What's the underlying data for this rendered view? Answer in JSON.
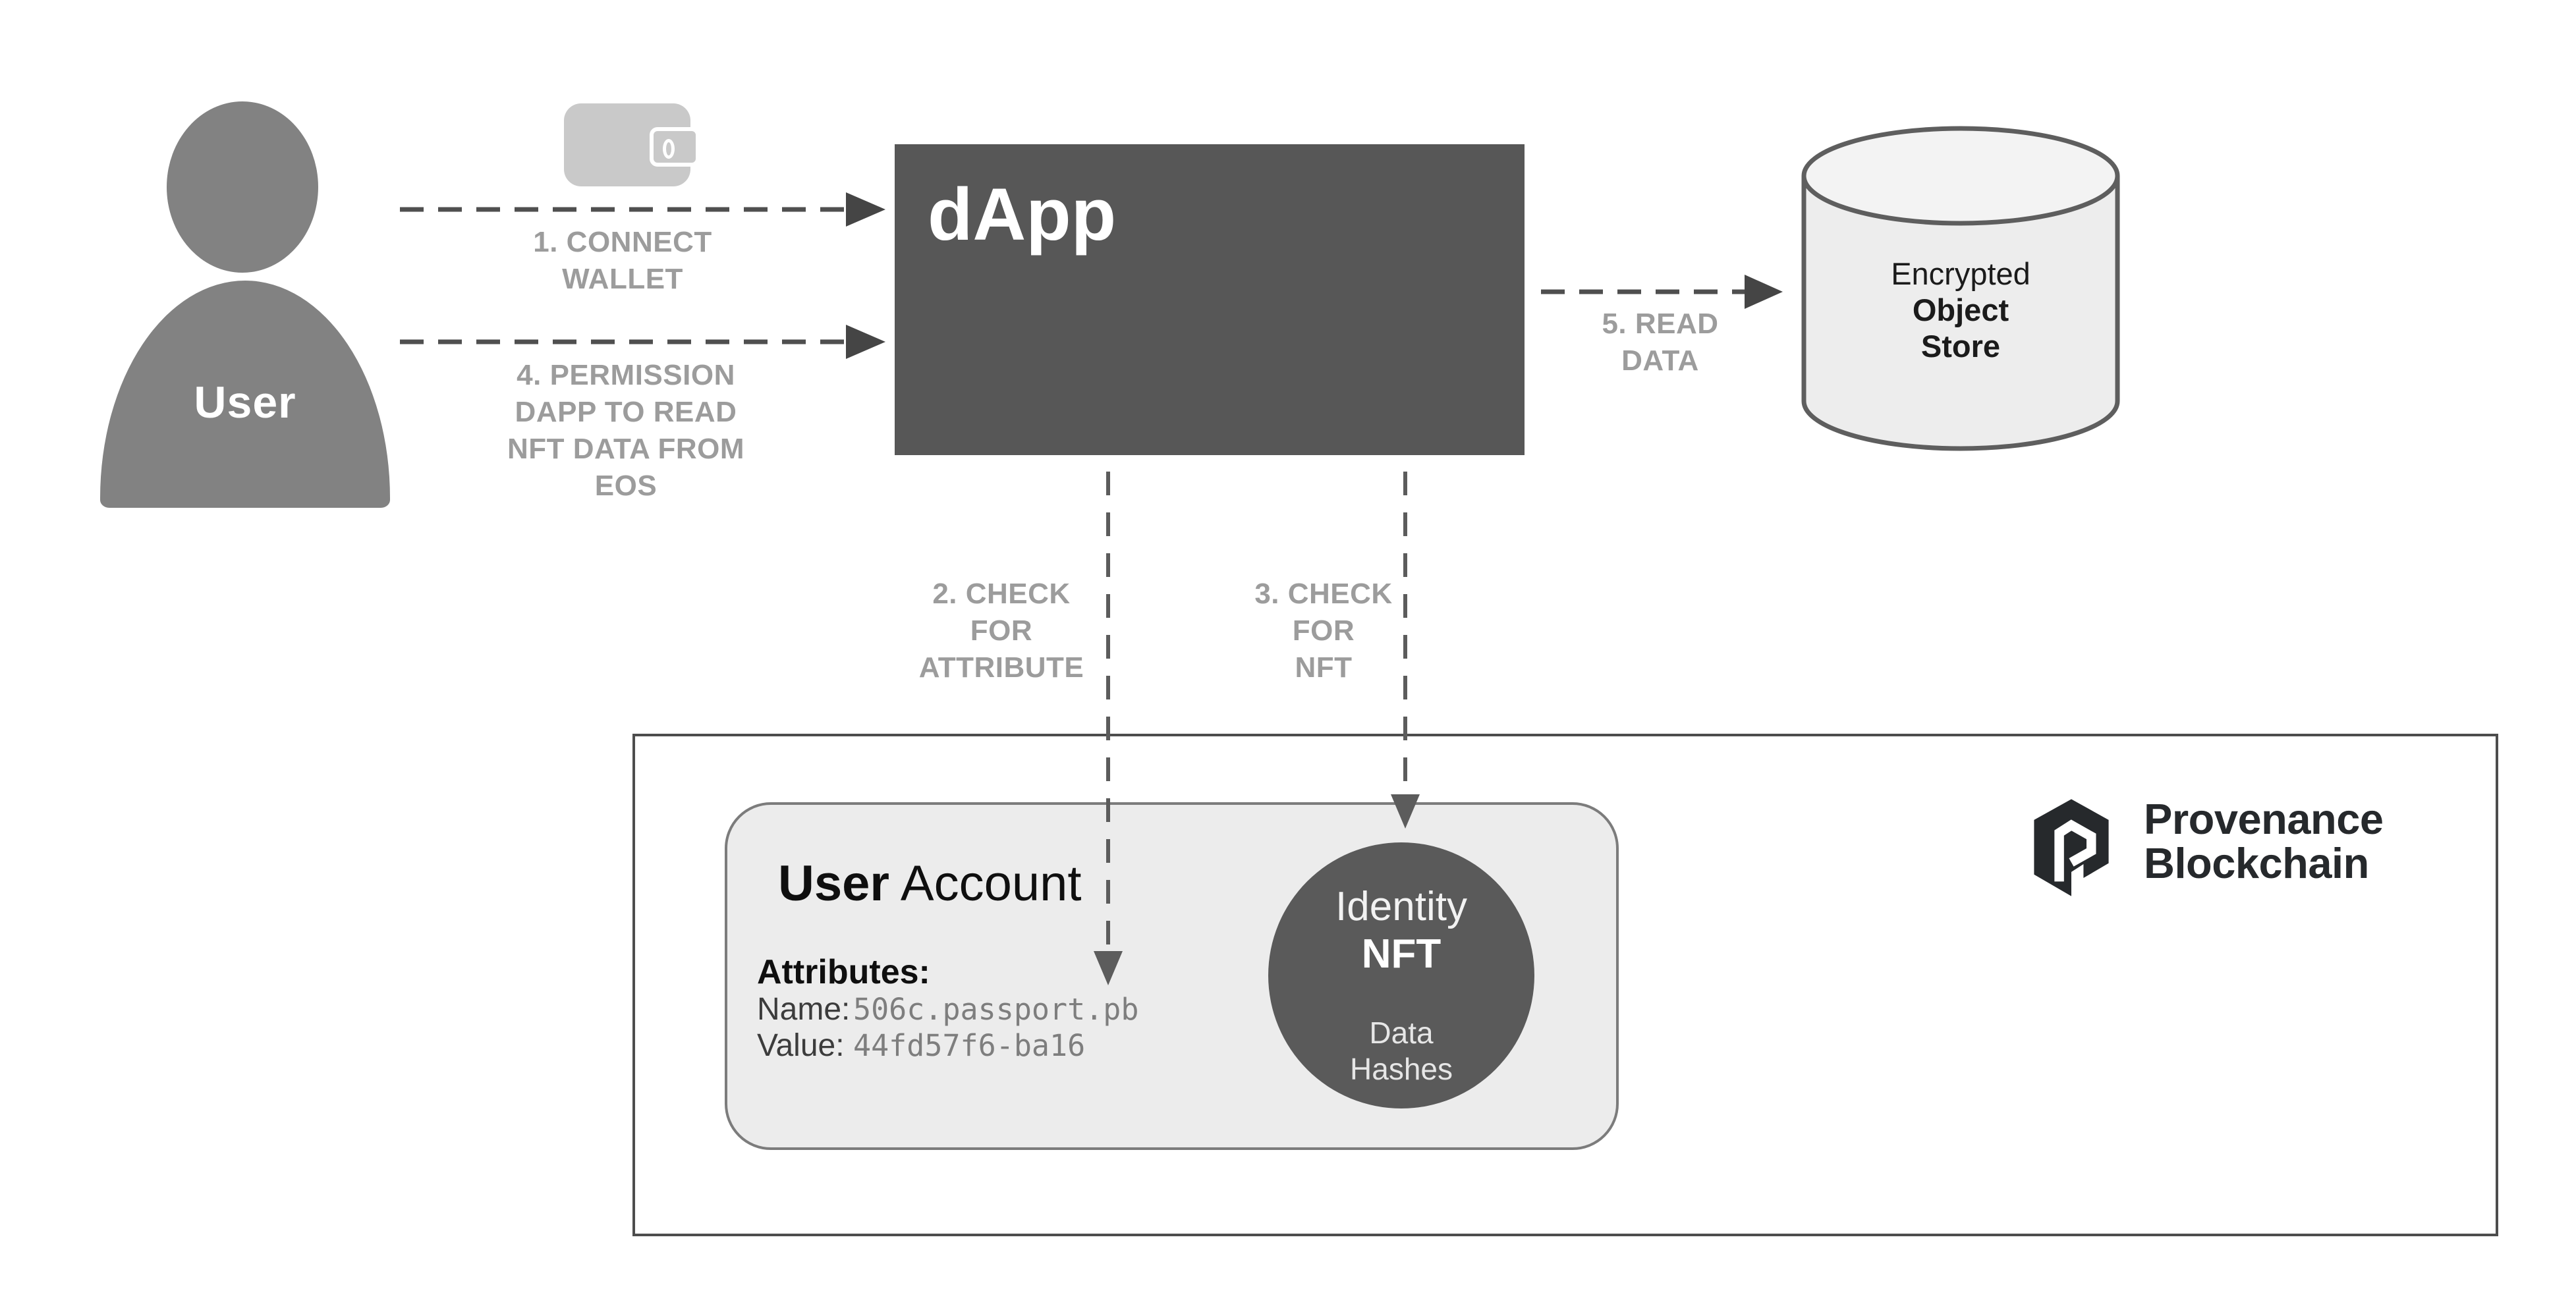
{
  "user": {
    "label": "User"
  },
  "wallet": {
    "icon": "wallet-icon"
  },
  "dapp": {
    "label": "dApp"
  },
  "object_store": {
    "line1": "Encrypted",
    "line2": "Object",
    "line3": "Store"
  },
  "steps": [
    {
      "label": "1. CONNECT\nWALLET"
    },
    {
      "label": "2. CHECK\nFOR\nATTRIBUTE"
    },
    {
      "label": "3. CHECK\nFOR\nNFT"
    },
    {
      "label": "4. PERMISSION\nDAPP TO READ\nNFT DATA FROM\nEOS"
    },
    {
      "label": "5. READ\nDATA"
    }
  ],
  "provenance": {
    "account": {
      "title_bold": "User",
      "title_regular": "Account",
      "attributes_heading": "Attributes:",
      "rows": [
        {
          "label": "Name:",
          "value": "506c.passport.pb"
        },
        {
          "label": "Value:",
          "value": "44fd57f6-ba16"
        }
      ]
    },
    "nft": {
      "line1": "Identity",
      "line2": "NFT",
      "line3": "Data\nHashes"
    },
    "logo": {
      "line1": "Provenance",
      "line2": "Blockchain"
    }
  },
  "colors": {
    "user_icon": "#828282",
    "wallet_icon": "#c9c9c9",
    "dapp_box": "#575757",
    "nft_circle": "#5a5a5a",
    "store_fill": "#ededed",
    "store_stroke": "#5e5e5e",
    "step_label": "#9c9c9c",
    "connector": "#4f4f4f",
    "logo": "#26292c"
  }
}
